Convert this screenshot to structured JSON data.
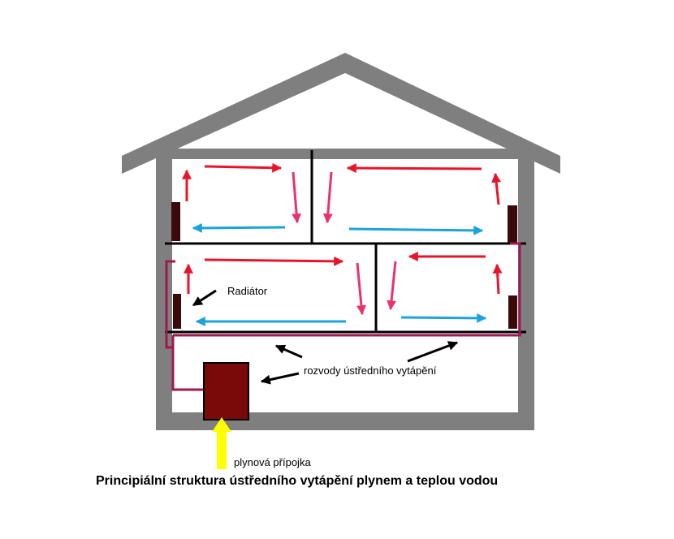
{
  "labels": {
    "radiator": "Radiátor",
    "pipes": "rozvody ústředního vytápění",
    "gas": "plynová přípojka"
  },
  "caption": "Principiální struktura ústředního vytápění plynem a teplou vodou",
  "colors": {
    "house": "#7f7f7f",
    "hot_flow": "#e8142a",
    "descending_flow": "#e8336b",
    "cold_flow": "#1aa3dc",
    "pipe": "#a01850",
    "boiler": "#7a0a0a",
    "gas_arrow": "#ffff00",
    "radiator": "#3a0a0a"
  }
}
